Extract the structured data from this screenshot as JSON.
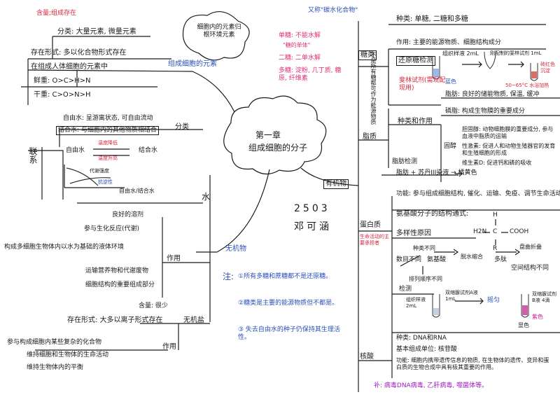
{
  "center": {
    "line1": "第一章",
    "line2": "组成细胞的分子"
  },
  "branches": {
    "elements": "组成细胞的元素",
    "inorganic": "无机物",
    "organic": "有机物",
    "water": "水",
    "salt": "无机盐",
    "sugar": "糖类",
    "lipid": "脂质",
    "protein": "蛋白质",
    "nucleic": "核酸"
  },
  "cloud_top": "细胞内的元素归根环境元素",
  "elements": {
    "top_note": "含量;组成存在",
    "classify": "分类: 大量元素, 微量元素",
    "exist": "存在形式: 多以化合物形式存在",
    "intro": "在组成人体细胞的元素中",
    "fresh": "鲜重: O>C>H>N",
    "dry": "干重: C>O>N>H"
  },
  "water": {
    "free": "自由水: 呈游离状态, 可自由流动",
    "bound": "结合水: 与细胞内的其他物质相结合",
    "classify": "分类",
    "connect": "联系",
    "free_label": "自由水",
    "temp_down": "温度降低",
    "temp_up": "温度升高",
    "bound_label": "结合水",
    "metab": "代谢强度",
    "resist": "抗逆性",
    "ratio": "自由水/结合水",
    "uses": [
      "良好的溶剂",
      "参与生化反应(代谢)",
      "构成多细胞生物体内以水为基础的液体环境",
      "运输营养物和代谢废物",
      "细胞结构的重要组成部分"
    ],
    "role": "作用"
  },
  "salt": {
    "content": "含量: 很少",
    "exist": "存在形式: 大多以离子形式存在",
    "role": "作用",
    "uses": [
      "参与构成细胞内某些复杂的化合物",
      "维持细胞和生物体的生命活动",
      "维持生物体内的平衡"
    ]
  },
  "name_tag": {
    "code": "2503",
    "name": "邓可涵"
  },
  "notes": {
    "head": "注:",
    "n1": "①所有多糖和蔗糖都不是还原糖。",
    "n2": "②糖类是主要的能源物质但不都是。",
    "n3": "③ 失去自由水的种子仍保持其生理活性。"
  },
  "sugar": {
    "header_note": "又称\"碳水化合物\"",
    "mono": "单糖: 不能水解",
    "mono_sub": "\"糖的单体\"",
    "di": "二糖: 二单水解",
    "poly": "多糖: 淀粉, 几丁质, 糖原, 纤维素",
    "vertical": "不是所有糖都可作为能源物质",
    "types": "种类: 单糖, 二糖和多糖",
    "role": "作用: 主要的能源物质、细胞结构成分",
    "reducing": "还原糖检测",
    "reagent": "斐林试剂(需现配现用)",
    "tube1": "组织样液 2mL",
    "tube2": "刚配制的斐林试剂 1mL",
    "blue": "蓝色",
    "brick": "砖红色沉淀",
    "temp": "50~65°C 水浴加热"
  },
  "lipid": {
    "fat": "脂肪: 良好的储能物质, 保温, 缓冲",
    "phospho": "磷脂: 构成生物膜的重要成分",
    "kinds": "种类和作用",
    "sterol": "固醇",
    "chol": "胆固醇: 动物细胞膜的重要成分, 参与血液中脂质的运输",
    "sex": "性激素: 促进人和动物生殖器官的发育和生殖细胞的形成",
    "vitd": "维生素D: 促进钙和磷的吸收",
    "detect": "脂肪检测",
    "stain": "脂肪 + 苏丹III染液 → 橘黄色"
  },
  "protein": {
    "role": "功能: 参与组成细胞结构, 催化、运输、免疫、调节生命活动",
    "side": "生命活动的主要承担者",
    "formula": "氨基酸分子的结构通式:",
    "h": "H",
    "r": "R",
    "left": "H2N",
    "c": "C",
    "right": "COOH",
    "diverse": "多样性原因",
    "num": "数目不同",
    "kind": "种类不同",
    "seq": "排列顺序不同",
    "aa": "氨基酸",
    "dehyd": "脱水缩合",
    "pep": "多肽",
    "fold": "盘曲折叠",
    "structure": "空间结构不同",
    "detect": "检测",
    "s1": "组织样液 2mL",
    "s2": "双缩脲试剂A液 1mL",
    "s3": "双缩脲试剂B液 4滴",
    "shake": "摇匀",
    "purple": "紫色",
    "show": "显色"
  },
  "nucleic": {
    "kinds": "种类: DNA和RNA",
    "unit": "基本组成单位: 核苷酸",
    "role": "功能: 细胞内携带遗传信息的物质, 在生物体的遗传、变异和蛋白质的生物合成中具有极其重要的作用。",
    "note": "补: 病毒DNA病毒, 乙肝病毒, 噬菌体等。"
  }
}
